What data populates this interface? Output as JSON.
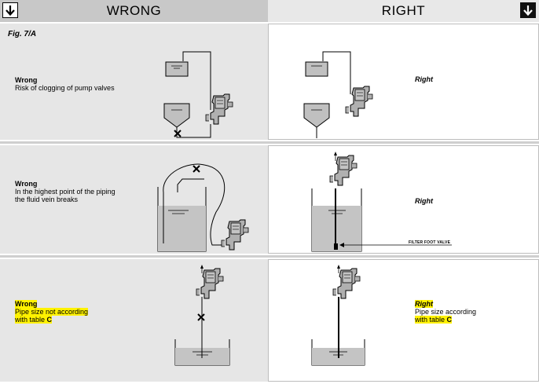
{
  "header": {
    "wrong_label": "WRONG",
    "right_label": "RIGHT",
    "left_icon": "down-arrow-icon",
    "right_icon": "down-arrow-icon"
  },
  "figure_label": "Fig. 7/A",
  "rows": [
    {
      "wrong_title": "Wrong",
      "wrong_text_lines": [
        "Risk of clogging of pump valves"
      ],
      "right_title": "Right"
    },
    {
      "wrong_title": "Wrong",
      "wrong_text_lines": [
        "In the highest point of the piping",
        "the fluid vein breaks"
      ],
      "right_title": "Right",
      "right_annotation": "FILTER FOOT VALVE"
    },
    {
      "wrong_title": "Wrong",
      "wrong_text_lines": [
        "Pipe size not according",
        "with table"
      ],
      "wrong_table_ref": "C",
      "right_title": "Right",
      "right_text_lines": [
        "Pipe size according",
        "with table"
      ],
      "right_table_ref": "C"
    }
  ],
  "colors": {
    "highlight": "#fff200",
    "wrong_bg": "#e6e6e6",
    "header_wrong_bg": "#c8c8c8",
    "header_right_bg": "#e8e8e8",
    "liquid": "#bdbdbd"
  }
}
